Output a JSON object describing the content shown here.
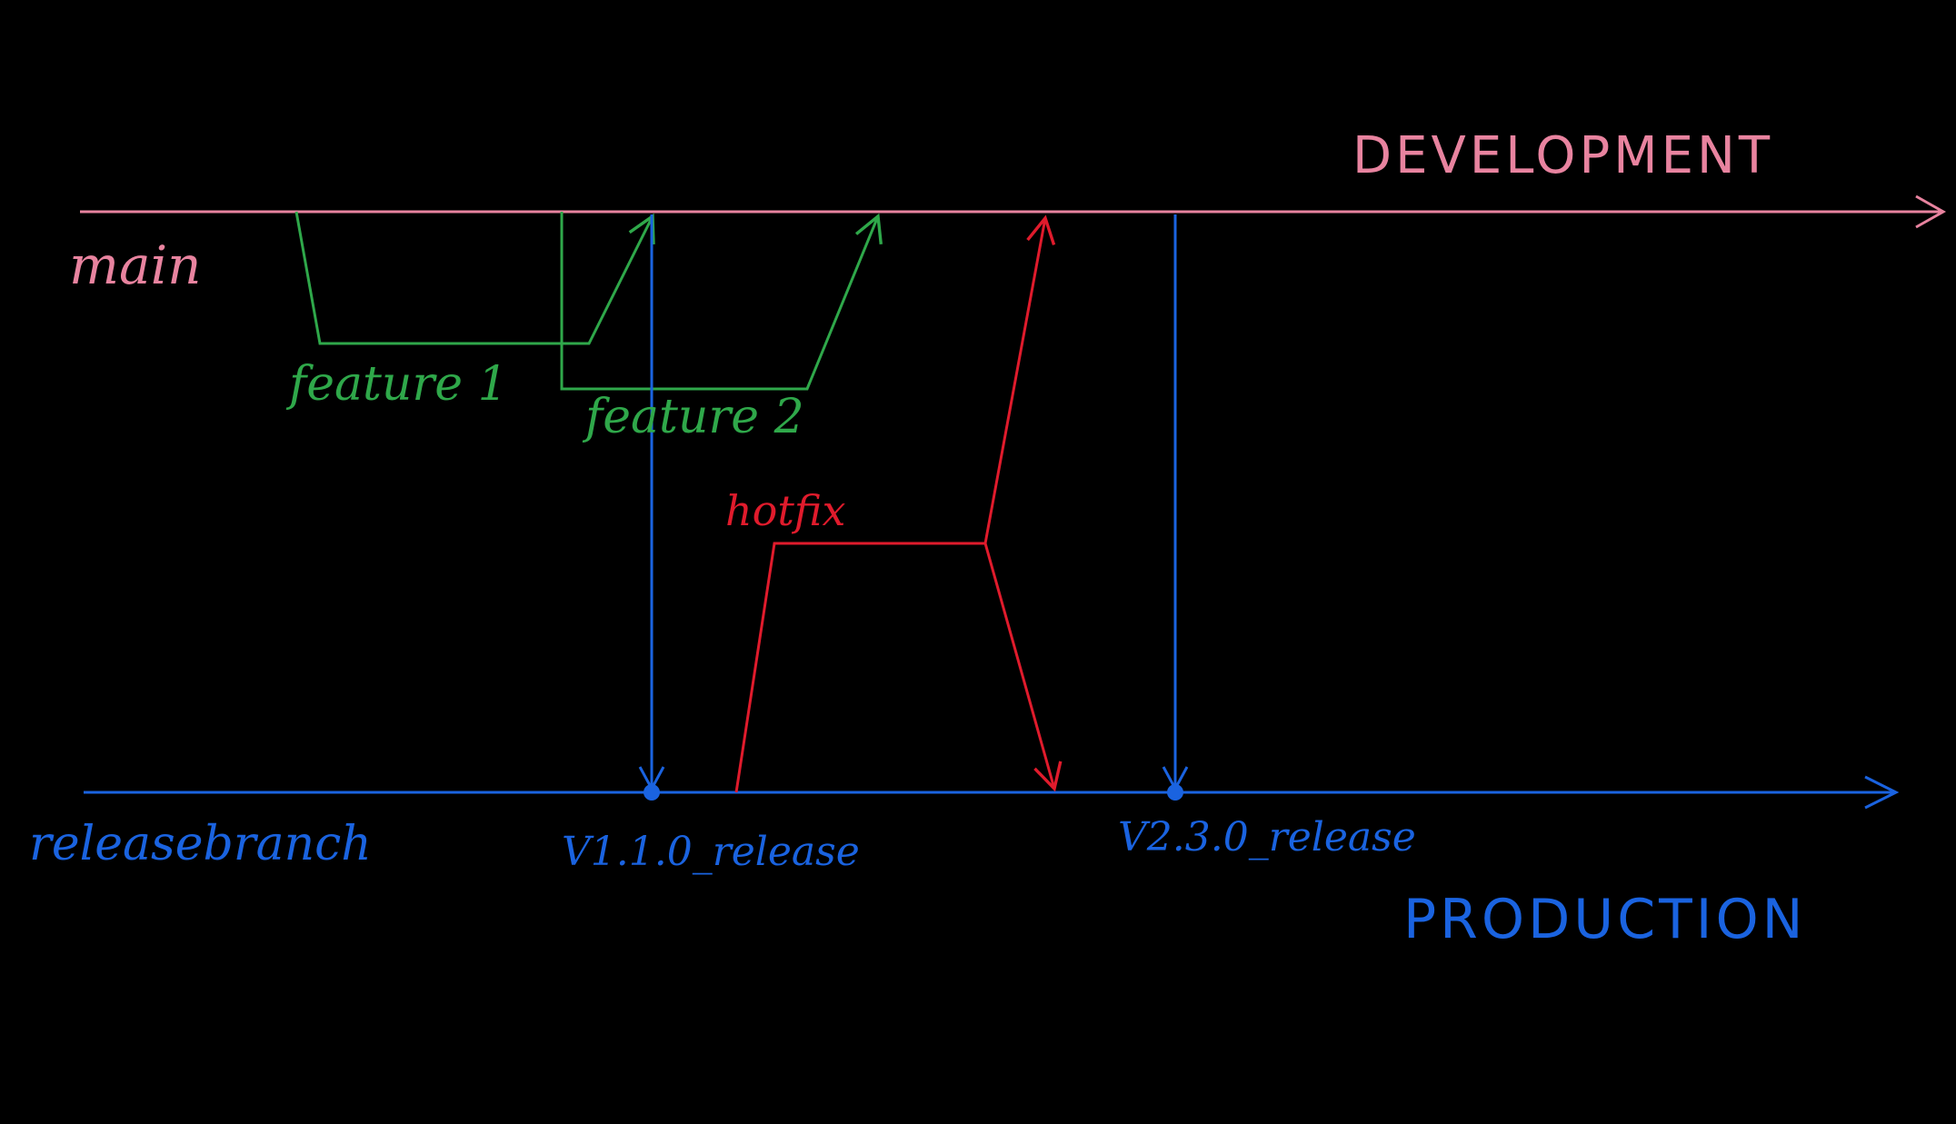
{
  "colors": {
    "background": "#000000",
    "main": "#e8839f",
    "release": "#1a63e0",
    "feature": "#2fa84a",
    "hotfix": "#e01b2c"
  },
  "labels": {
    "development": "DEVELOPMENT",
    "main": "main",
    "feature1": "feature 1",
    "feature2": "feature 2",
    "hotfix": "hotfix",
    "releasebranch": "releasebranch",
    "v110": "V1.1.0_release",
    "v230": "V2.3.0_release",
    "production": "PRODUCTION"
  }
}
